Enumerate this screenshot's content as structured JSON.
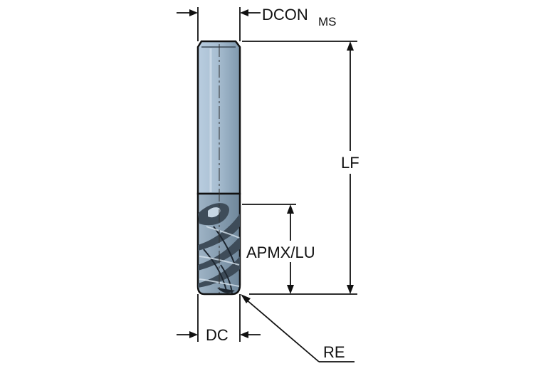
{
  "colors": {
    "shank": "#a9bfd2",
    "shank_shade": "#7f98ad",
    "flute_body": "#8fa6ba",
    "flute_dark": "#3e4c59",
    "outline": "#111111",
    "dimension_line": "#111111",
    "background": "#ffffff"
  },
  "labels": {
    "dcon_main": "DCON",
    "dcon_sub": "MS",
    "lf": "LF",
    "apmx_lu": "APMX/LU",
    "dc": "DC",
    "re": "RE"
  }
}
